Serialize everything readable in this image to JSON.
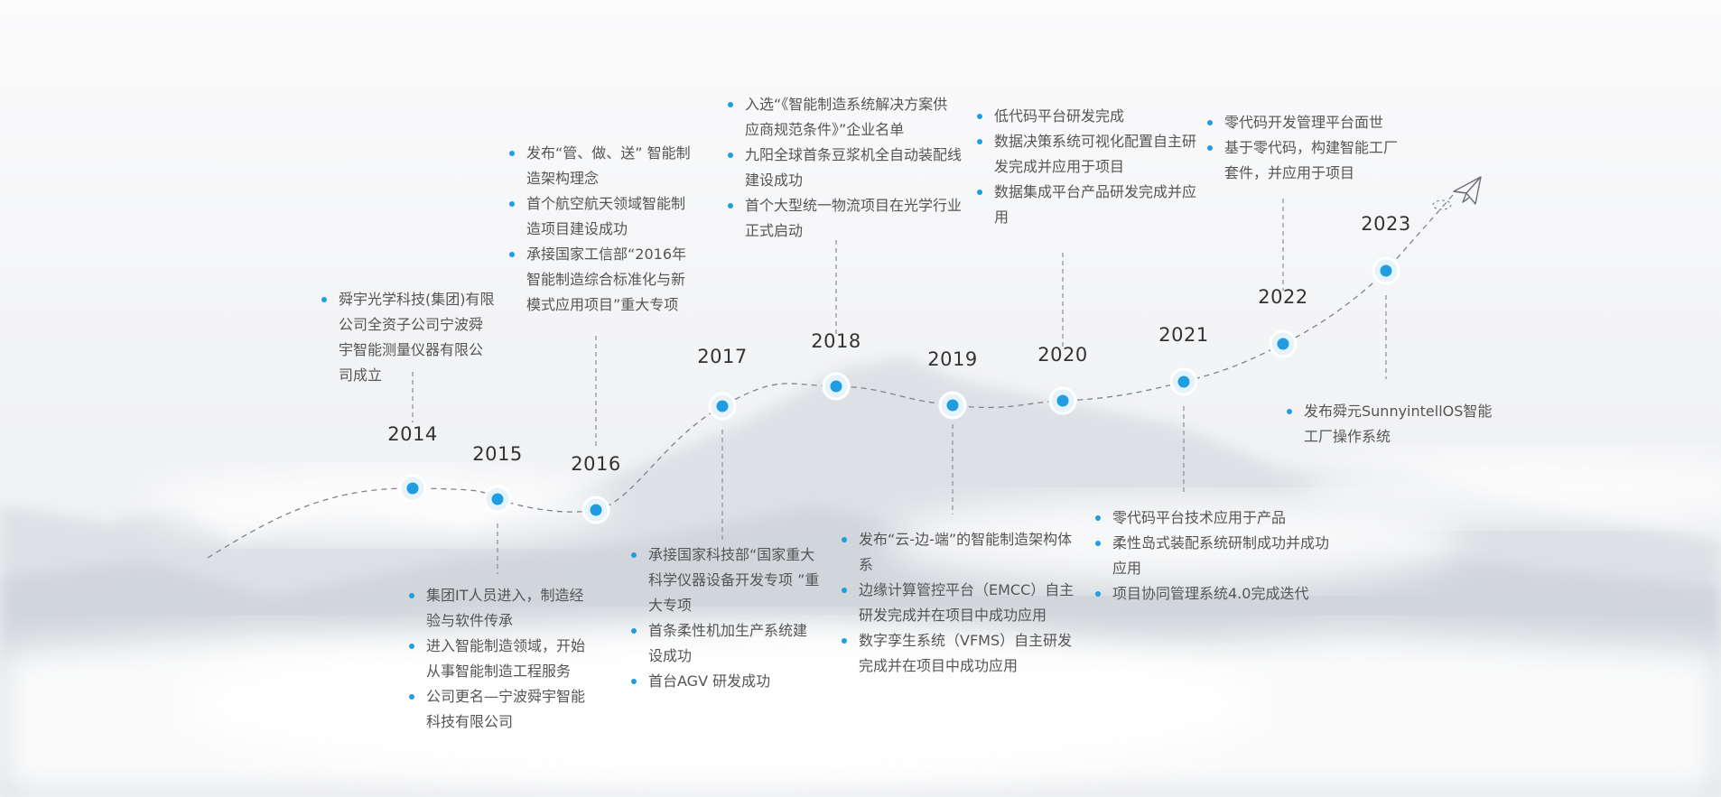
{
  "colors": {
    "accent": "#1f9de0",
    "line": "#7f8288",
    "text": "#555555",
    "year": "#333333"
  },
  "icons": {
    "end_marker": "paper-plane-icon",
    "node": "timeline-dot-icon"
  },
  "timeline": [
    {
      "year": "2014",
      "items": [
        "舜宇光学科技(集团)有限公司全资子公司宁波舜宇智能测量仪器有限公司成立"
      ]
    },
    {
      "year": "2015",
      "items": [
        "集团IT人员进入，制造经验与软件传承",
        "进入智能制造领域，开始从事智能制造工程服务",
        "公司更名—宁波舜宇智能科技有限公司"
      ]
    },
    {
      "year": "2016",
      "items": [
        "发布“管、做、送” 智能制造架构理念",
        "首个航空航天领域智能制造项目建设成功",
        "承接国家工信部“2016年智能制造综合标准化与新模式应用项目”重大专项"
      ]
    },
    {
      "year": "2017",
      "items": [
        "承接国家科技部“国家重大科学仪器设备开发专项 ”重大专项",
        "首条柔性机加生产系统建设成功",
        "首台AGV 研发成功"
      ]
    },
    {
      "year": "2018",
      "items": [
        "入选“《智能制造系统解决方案供应商规范条件》”企业名单",
        "九阳全球首条豆浆机全自动装配线建设成功",
        "首个大型统一物流项目在光学行业正式启动"
      ]
    },
    {
      "year": "2019",
      "items": [
        "发布“云-边-端”的智能制造架构体系",
        "边缘计算管控平台（EMCC）自主研发完成并在项目中成功应用",
        "数字孪生系统（VFMS）自主研发完成并在项目中成功应用"
      ]
    },
    {
      "year": "2020",
      "items": [
        "低代码平台研发完成",
        "数据决策系统可视化配置自主研发完成并应用于项目",
        "数据集成平台产品研发完成并应用"
      ]
    },
    {
      "year": "2021",
      "items": [
        "零代码平台技术应用于产品",
        "柔性岛式装配系统研制成功并成功应用",
        "项目协同管理系统4.0完成迭代"
      ]
    },
    {
      "year": "2022",
      "items": [
        "零代码开发管理平台面世",
        "基于零代码，构建智能工厂套件，并应用于项目"
      ]
    },
    {
      "year": "2023",
      "items": [
        "发布舜元SunnyintellOS智能工厂操作系统"
      ]
    }
  ]
}
